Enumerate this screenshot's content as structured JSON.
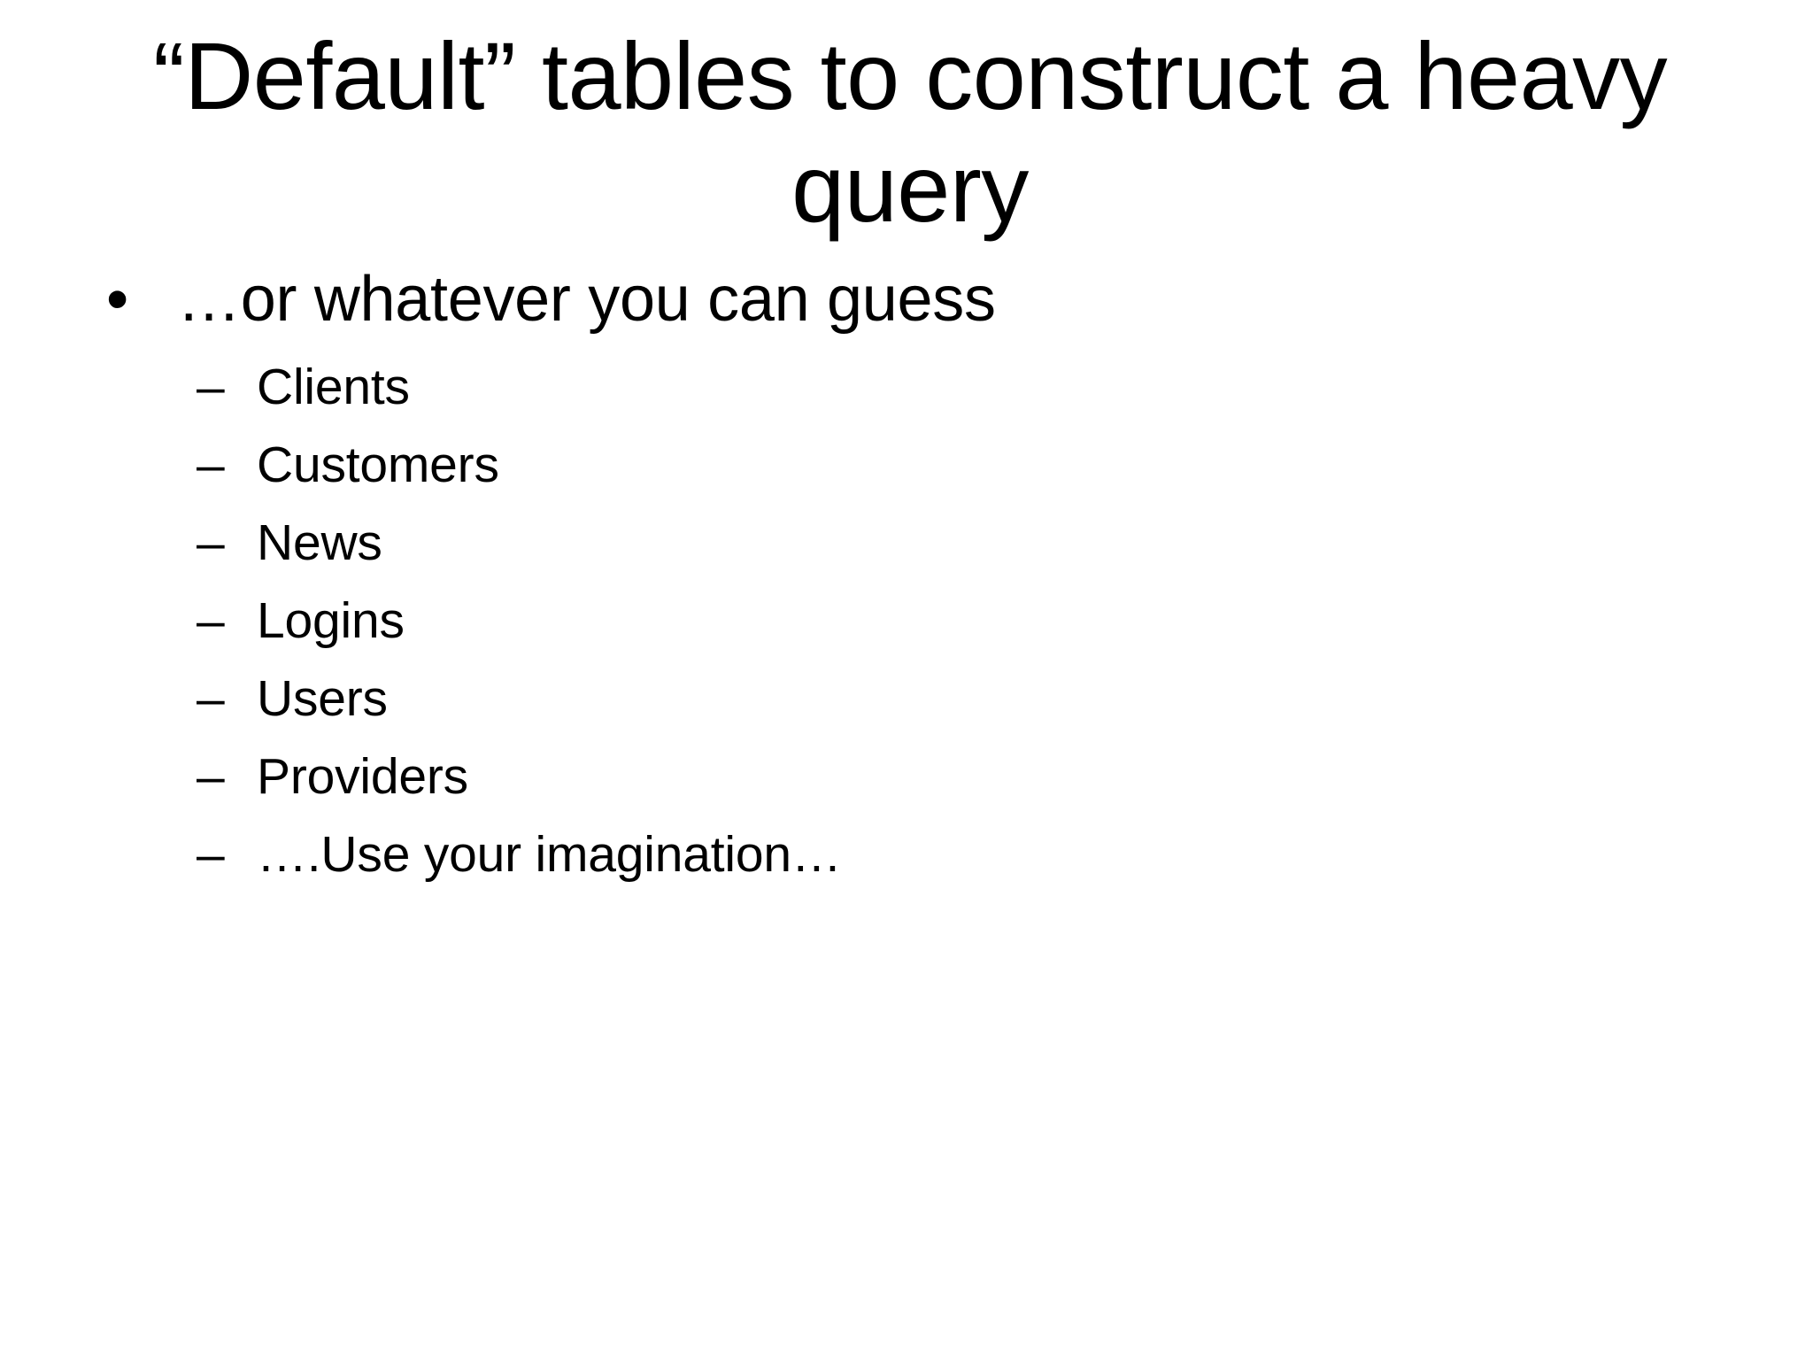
{
  "slide": {
    "background_color": "#ffffff",
    "text_color": "#000000",
    "title": "“Default” tables to construct a heavy query",
    "body": {
      "bullet_glyph": "•",
      "sub_bullet_glyph": "–",
      "items": [
        {
          "text": "…or whatever you can guess",
          "children": [
            {
              "text": "Clients"
            },
            {
              "text": "Customers"
            },
            {
              "text": "News"
            },
            {
              "text": "Logins"
            },
            {
              "text": "Users"
            },
            {
              "text": "Providers"
            },
            {
              "text": "….Use your imagination…"
            }
          ]
        }
      ]
    }
  }
}
